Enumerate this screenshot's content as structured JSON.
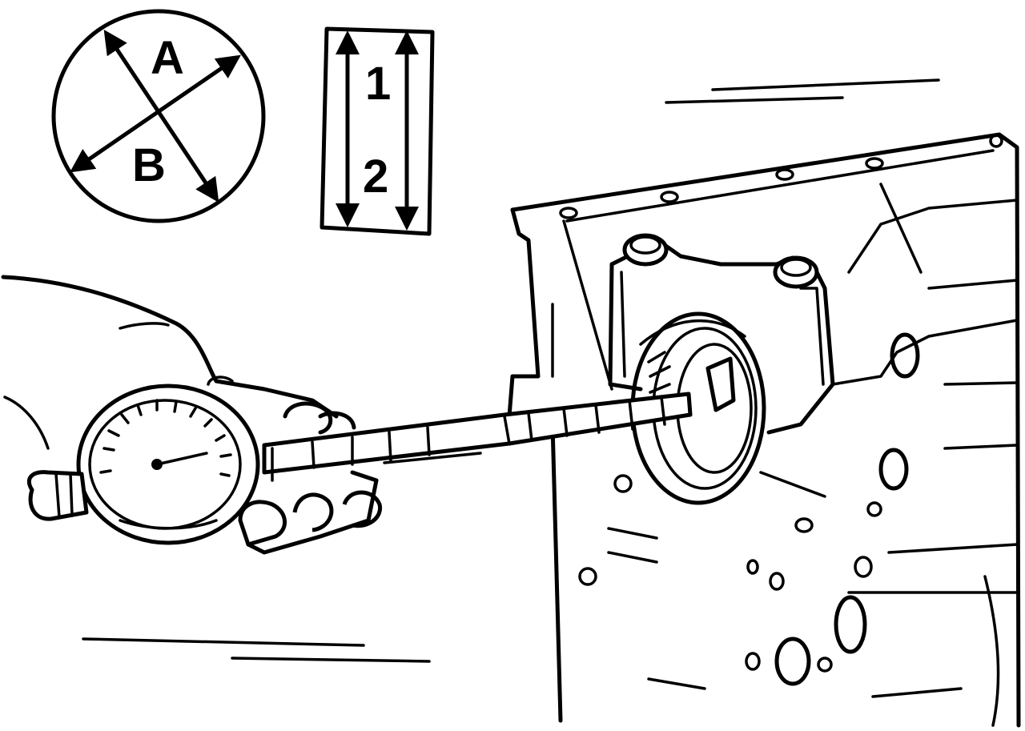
{
  "diagram": {
    "inset_circle": {
      "axis_a_label": "A",
      "axis_b_label": "B"
    },
    "inset_box": {
      "position_1_label": "1",
      "position_2_label": "2"
    },
    "icons": {
      "gauge": "dial-bore-gauge-icon",
      "hand": "hand-icon",
      "engine_block": "engine-block-icon"
    },
    "ink_color": "#000000",
    "paper_color": "#ffffff"
  }
}
